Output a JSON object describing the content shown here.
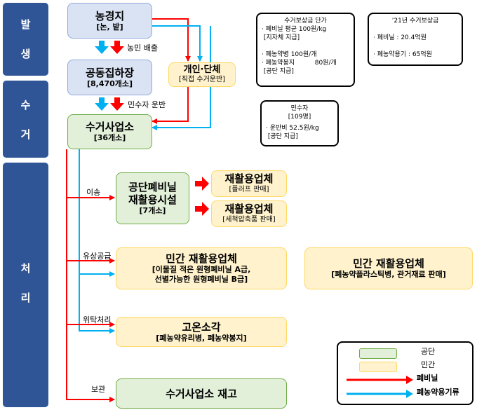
{
  "stages": [
    {
      "chars": [
        "발",
        "생"
      ]
    },
    {
      "chars": [
        "수",
        "거"
      ]
    },
    {
      "chars": [
        "처",
        "리"
      ]
    }
  ],
  "boxes": {
    "farmland": {
      "title": "농경지",
      "sub": "[논, 밭]"
    },
    "collection_site": {
      "title": "공동집하장",
      "sub": "[8,470개소]"
    },
    "individual": {
      "title": "개인·단체",
      "sub": "[직접 수거운반]"
    },
    "collector": {
      "title": "수거사업소",
      "sub": "[36개소]"
    },
    "public_facility": {
      "title_line1": "공단폐비닐",
      "title_line2": "재활용시설",
      "sub": "[7개소]"
    },
    "recycler_pellet": {
      "title": "재활용업체",
      "sub": "[플러프 판매]"
    },
    "recycler_wash": {
      "title": "재활용업체",
      "sub": "[세척압축품 판매]"
    },
    "private_recycler": {
      "title": "민간 재활용업체",
      "sub1": "[이물질 적은 원형폐비닐 A급,",
      "sub2": "선별가능한 원형폐비닐 B급]"
    },
    "private_recycler_right": {
      "title": "민간 재활용업체",
      "sub": "[폐농약플라스틱병, 관거재료 판매]"
    },
    "incineration": {
      "title": "고온소각",
      "sub": "[폐농약유리병, 폐농약봉지]"
    },
    "storage": {
      "title": "수거사업소 재고"
    }
  },
  "labels": {
    "farmer_discharge": "농민 배출",
    "private_transport": "민수자 운반",
    "transfer": "이송",
    "paid_supply": "유상공급",
    "consignment": "위탁처리",
    "storage": "보관"
  },
  "notes": {
    "unit_price": {
      "lines": [
        "수거보상금 단가",
        "· 폐비닐 평균 100원/kg",
        " [지자체 지급]",
        "",
        "· 폐농약병 100원/개",
        "· 폐농약봉지          80원/개",
        " [공단 지급]"
      ]
    },
    "compensation_2021": {
      "lines": [
        "’21년 수거보상금",
        "",
        "· 폐비닐 : 20.4억원",
        "",
        "· 폐농약용기 : 65억원"
      ]
    },
    "private_collector": {
      "lines": [
        "민수자",
        "[109명]",
        "",
        "· 운반비 52.5원/kg",
        " [공단 지급]"
      ]
    }
  },
  "legend": {
    "items": [
      {
        "label": "공단",
        "color": "#e2f0d9"
      },
      {
        "label": "민간",
        "color": "#fff2cc"
      },
      {
        "label": "폐비닐",
        "color": "#ff0000"
      },
      {
        "label": "폐농약용기류",
        "color": "#00b0f0"
      }
    ]
  },
  "colors": {
    "stage": "#2f5597",
    "red_flow": "#ff0000",
    "blue_flow": "#00b0f0"
  }
}
